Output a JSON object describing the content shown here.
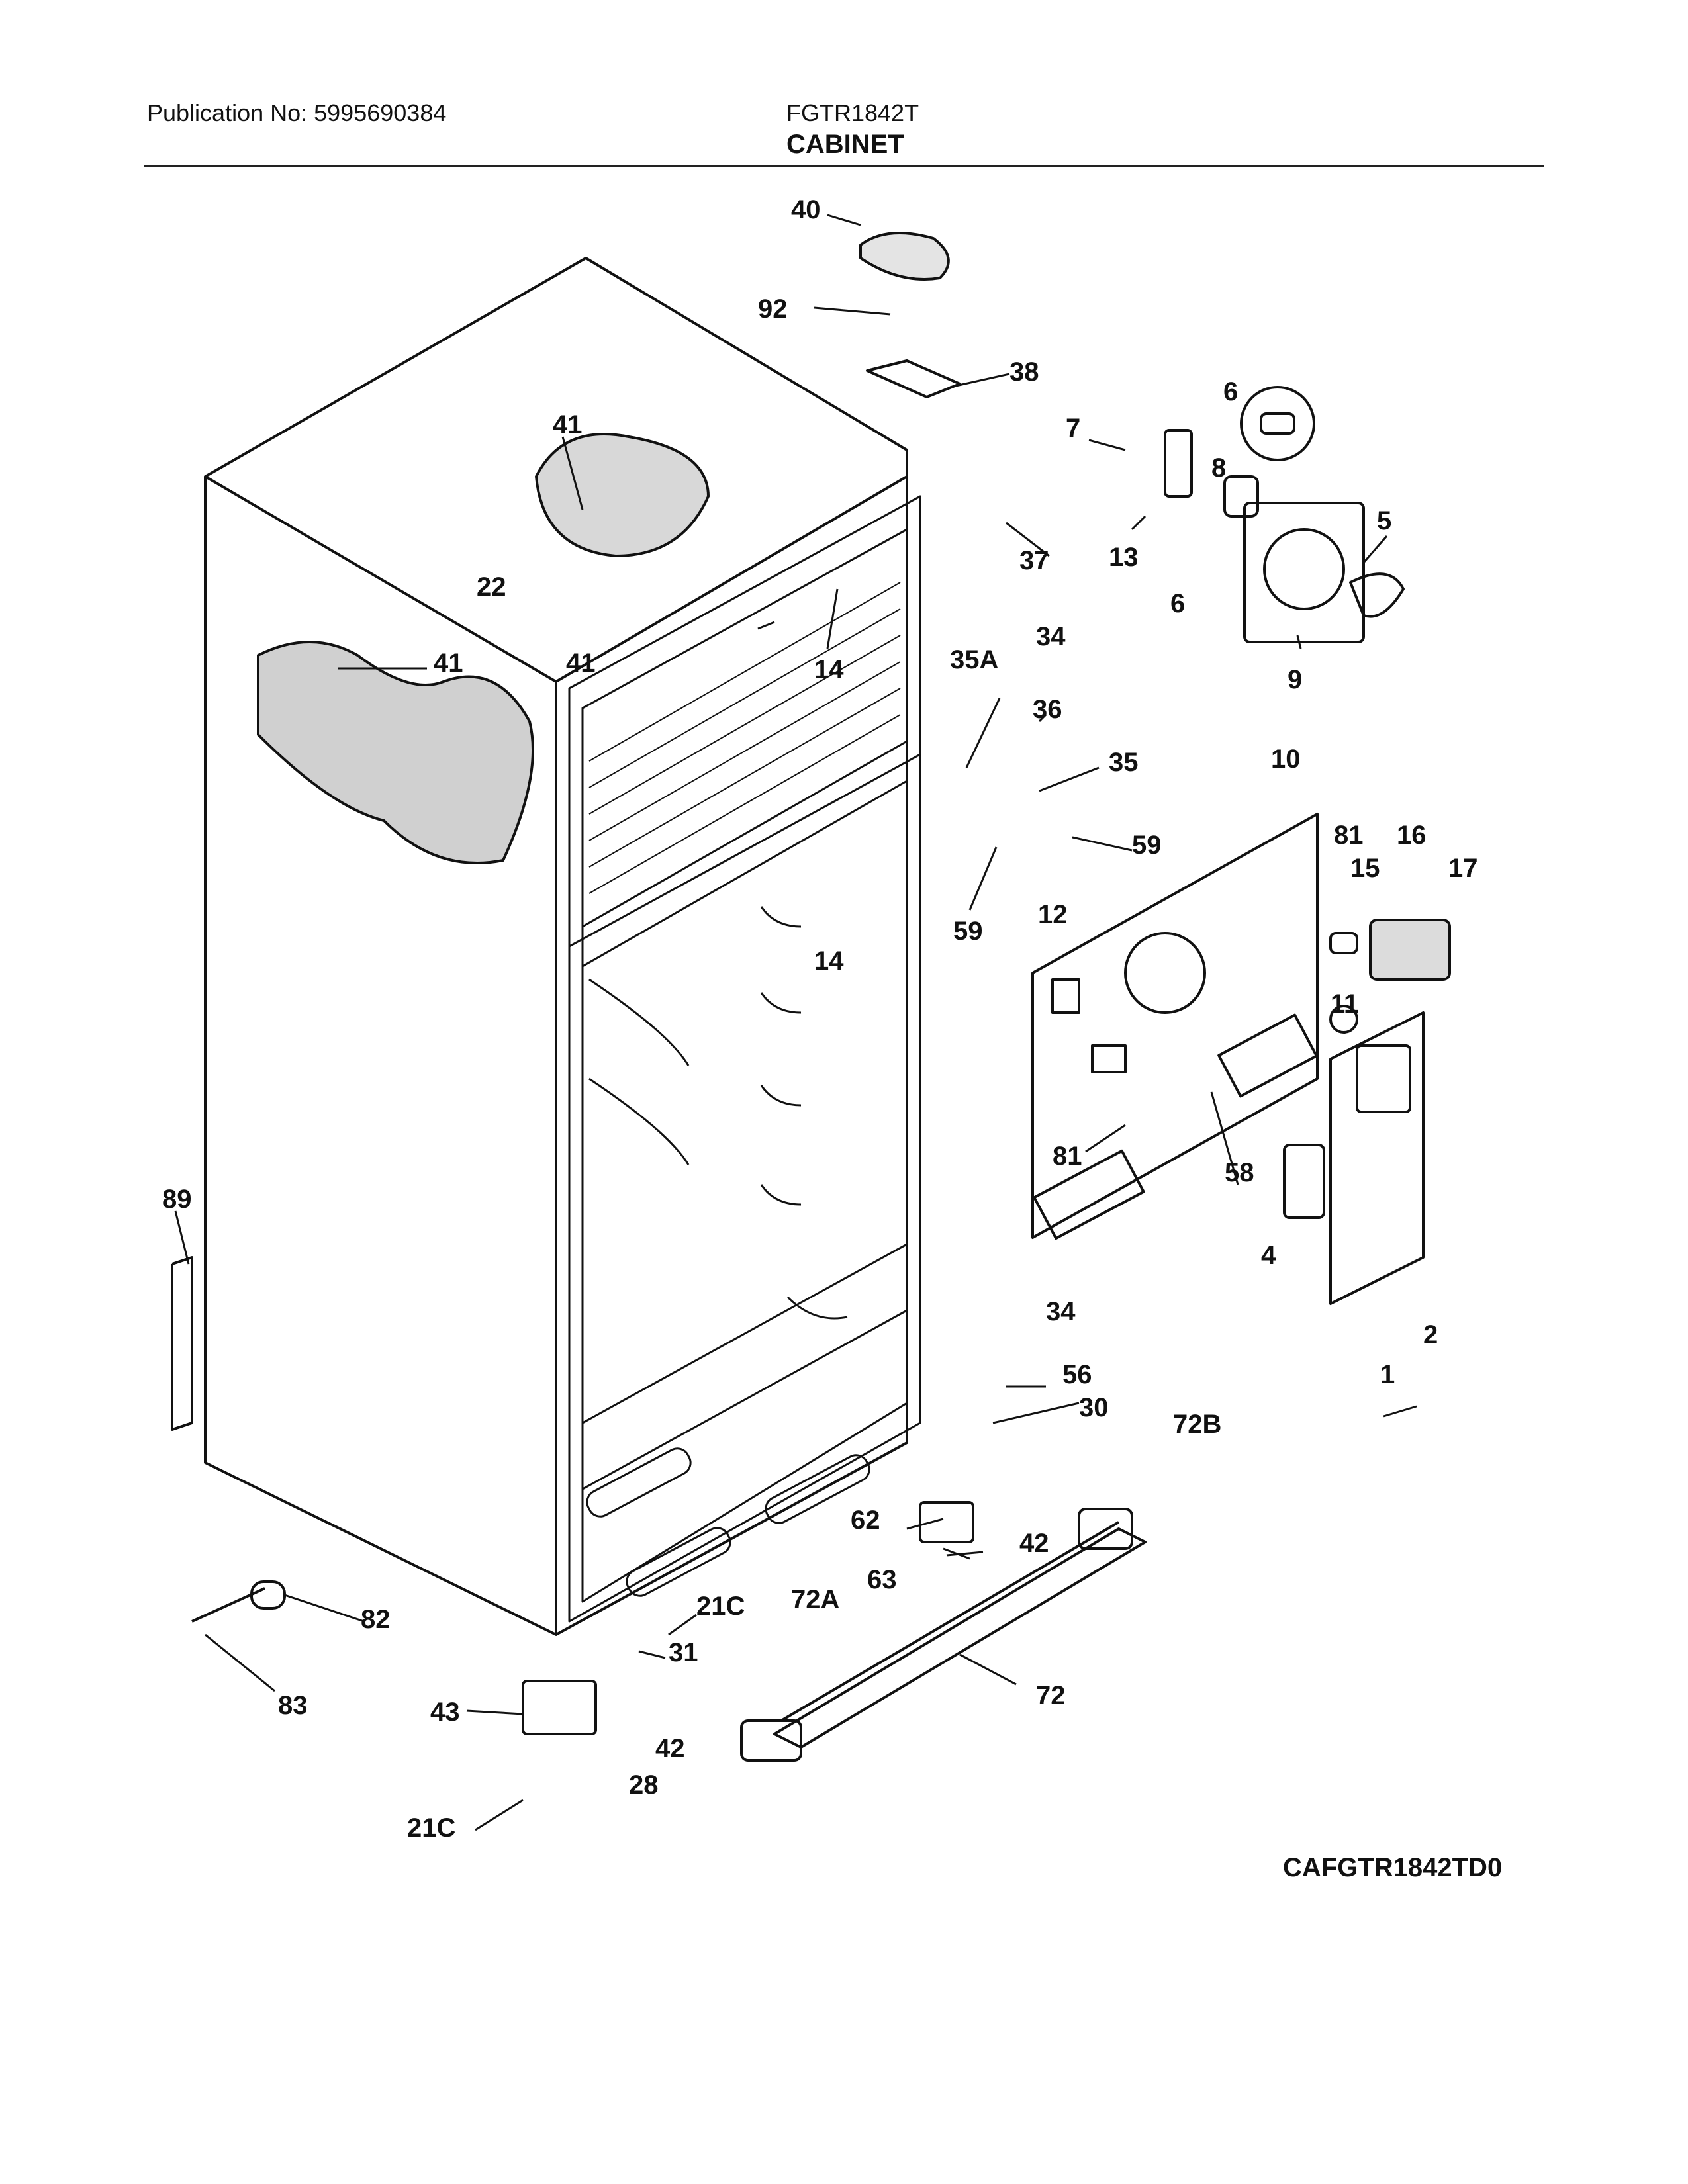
{
  "header": {
    "publication": "Publication No: 5995690384",
    "model": "FGTR1842T",
    "section": "CABINET"
  },
  "footer": {
    "diagram_code": "CAFGTR1842TD0"
  },
  "callouts": [
    "40",
    "92",
    "38",
    "41",
    "7",
    "6",
    "8",
    "5",
    "13",
    "6",
    "9",
    "37",
    "22",
    "41",
    "14",
    "41",
    "35A",
    "34",
    "36",
    "35",
    "59",
    "59",
    "10",
    "81",
    "15",
    "16",
    "17",
    "12",
    "14",
    "11",
    "81",
    "58",
    "89",
    "4",
    "2",
    "1",
    "34",
    "56",
    "30",
    "72B",
    "62",
    "42",
    "63",
    "21C",
    "72A",
    "31",
    "82",
    "83",
    "72",
    "43",
    "42",
    "28",
    "21C"
  ]
}
